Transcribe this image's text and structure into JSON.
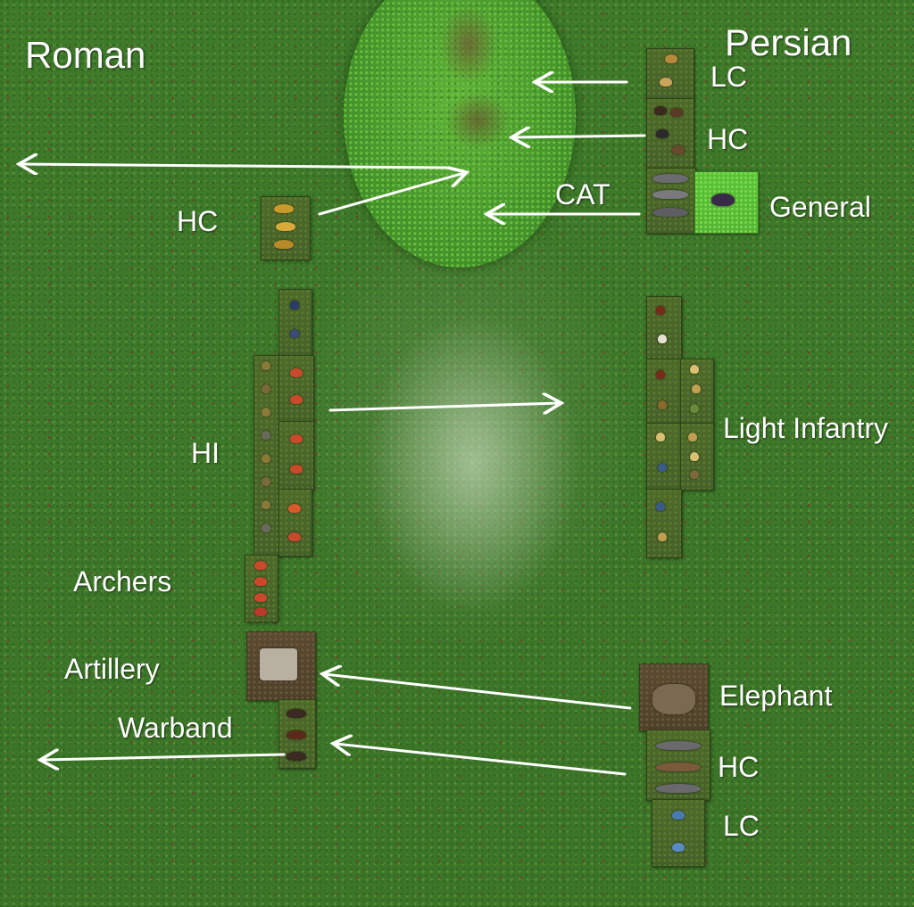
{
  "sides": {
    "left": "Roman",
    "right": "Persian"
  },
  "units": {
    "persian_lc_top": "LC",
    "persian_hc_top": "HC",
    "persian_cat": "CAT",
    "persian_general": "General",
    "persian_light_infantry": "Light Infantry",
    "persian_elephant": "Elephant",
    "persian_hc_bottom": "HC",
    "persian_lc_bottom": "LC",
    "roman_hc": "HC",
    "roman_hi": "HI",
    "roman_archers": "Archers",
    "roman_artillery": "Artillery",
    "roman_warband": "Warband"
  },
  "colors": {
    "label_text": "#ffffff",
    "arrow": "#ffffff",
    "table_green": "#3f7a2b"
  }
}
